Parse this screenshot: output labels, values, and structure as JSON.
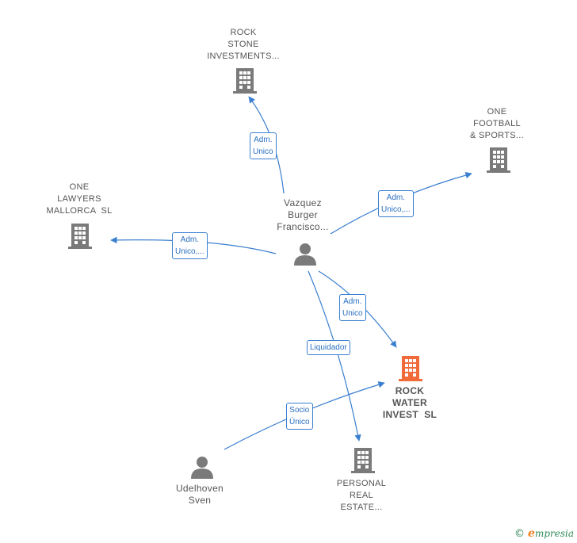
{
  "colors": {
    "edge": "#3a7fd0",
    "building": "#7a7a7a",
    "target_building": "#f06a3a",
    "person": "#7a7a7a"
  },
  "nodes": {
    "rock_stone": {
      "label_lines": [
        "ROCK",
        "STONE",
        "INVESTMENTS..."
      ],
      "icon": "building-icon"
    },
    "one_football": {
      "label_lines": [
        "ONE",
        "FOOTBALL",
        "& SPORTS..."
      ],
      "icon": "building-icon"
    },
    "one_lawyers": {
      "label_lines": [
        "ONE",
        "LAWYERS",
        "MALLORCA  SL"
      ],
      "icon": "building-icon"
    },
    "vazquez": {
      "label_lines": [
        "Vazquez",
        "Burger",
        "Francisco..."
      ],
      "icon": "person-icon"
    },
    "rock_water": {
      "label_lines": [
        "ROCK",
        "WATER",
        "INVEST  SL"
      ],
      "icon": "building-icon"
    },
    "udelhoven": {
      "label_lines": [
        "Udelhoven",
        "Sven"
      ],
      "icon": "person-icon"
    },
    "personal_real": {
      "label_lines": [
        "PERSONAL",
        "REAL",
        "ESTATE..."
      ],
      "icon": "building-icon"
    }
  },
  "edges": [
    {
      "from": "vazquez",
      "to": "rock_stone",
      "label_lines": [
        "Adm.",
        "Unico"
      ]
    },
    {
      "from": "vazquez",
      "to": "one_football",
      "label_lines": [
        "Adm.",
        "Unico,..."
      ]
    },
    {
      "from": "vazquez",
      "to": "one_lawyers",
      "label_lines": [
        "Adm.",
        "Unico,..."
      ]
    },
    {
      "from": "vazquez",
      "to": "rock_water",
      "label_lines": [
        "Adm.",
        "Unico"
      ]
    },
    {
      "from": "vazquez",
      "to": "personal_real",
      "label_lines": [
        "Liquidador"
      ]
    },
    {
      "from": "udelhoven",
      "to": "rock_water",
      "label_lines": [
        "Socio",
        "Único"
      ]
    }
  ],
  "brand": {
    "copyright": "©",
    "name_initial": "e",
    "name_rest": "mpresia"
  }
}
